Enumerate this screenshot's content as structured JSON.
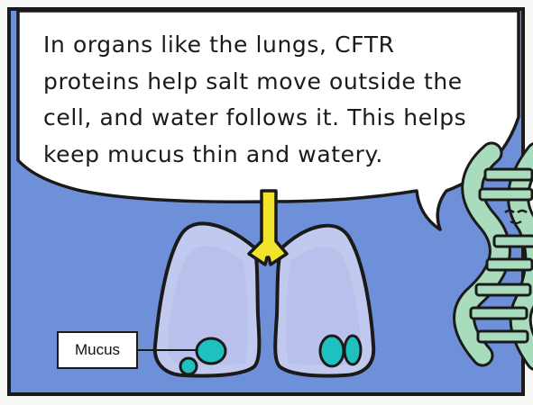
{
  "speech_bubble": {
    "lines": [
      "In organs like the lungs, CFTR",
      "proteins help salt move outside the",
      "cell, and water follows it. This helps",
      "keep mucus thin and watery."
    ]
  },
  "mucus_label": "Mucus",
  "colors": {
    "background": "#6e90d9",
    "lung_fill": "#c2c9ef",
    "lung_inner": "#b3bcea",
    "trachea": "#f2e32b",
    "mucus": "#1fc1c0",
    "dna_strand": "#a9dcbd",
    "outline": "#1a1a1a"
  },
  "icons": {
    "lungs": "lungs-illustration",
    "dna": "dna-character-icon"
  }
}
